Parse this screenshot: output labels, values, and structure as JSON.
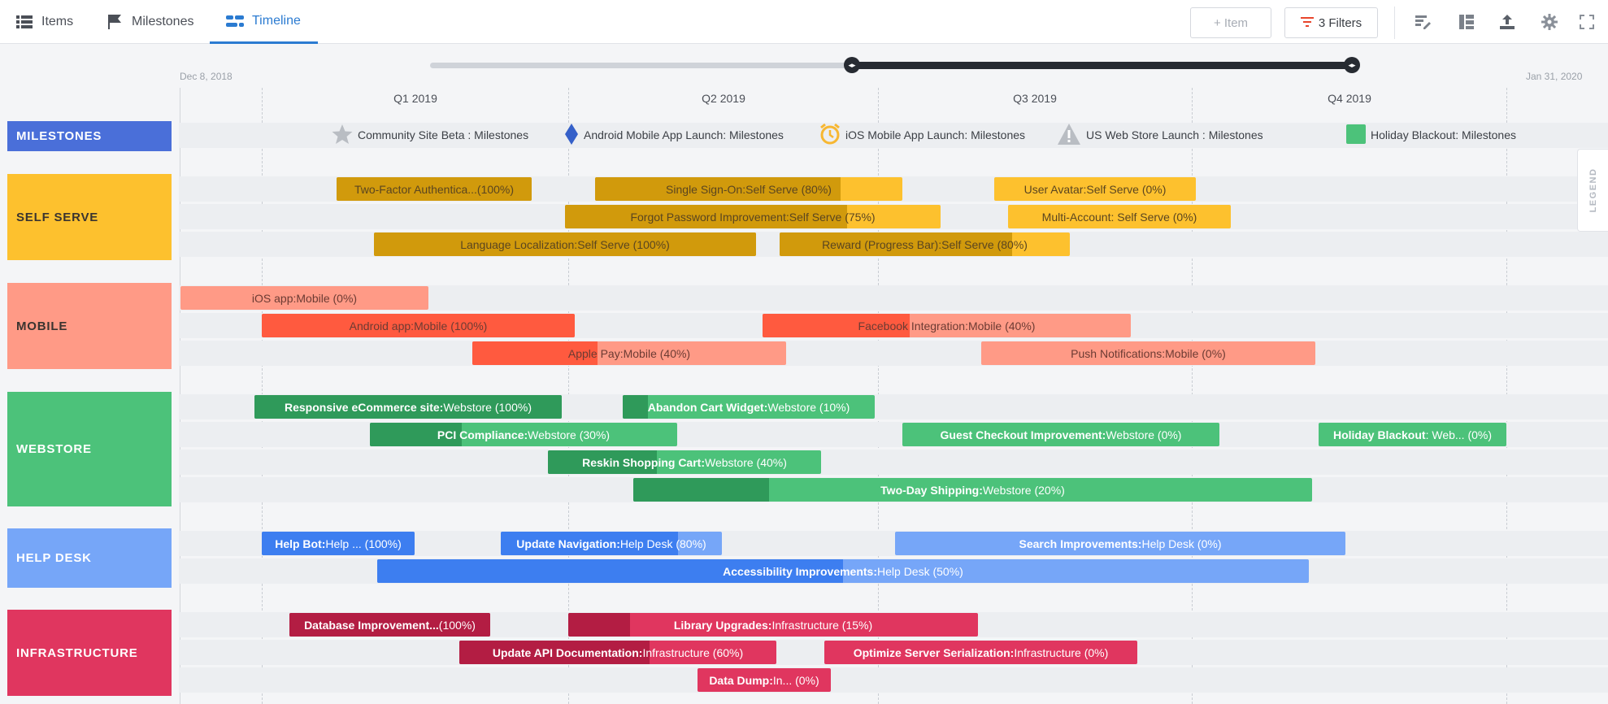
{
  "tabs": [
    {
      "label": "Items",
      "icon": "list-icon",
      "active": false
    },
    {
      "label": "Milestones",
      "icon": "flag-icon",
      "active": false
    },
    {
      "label": "Timeline",
      "icon": "timeline-icon",
      "active": true
    }
  ],
  "toolbar": {
    "add_item_label": "+ Item",
    "filters_label": "3 Filters",
    "icons": [
      "edit-layout-icon",
      "columns-icon",
      "export-icon",
      "settings-gear-icon",
      "fullscreen-icon"
    ]
  },
  "axis": {
    "start_date": "Dec 8, 2018",
    "end_date": "Jan 31, 2020",
    "quarters": [
      "Q1 2019",
      "Q2 2019",
      "Q3 2019",
      "Q4 2019"
    ]
  },
  "legend_label": "LEGEND",
  "colors": {
    "milestones": "#4a6fd9",
    "self_serve": "#fdc12e",
    "mobile": "#ff9a86",
    "webstore": "#4cc27a",
    "help_desk": "#76a6f8",
    "infrastructure": "#e0365f"
  },
  "groups": {
    "milestones": "MILESTONES",
    "self_serve": "SELF SERVE",
    "mobile": "MOBILE",
    "webstore": "WEBSTORE",
    "help_desk": "HELP DESK",
    "infrastructure": "INFRASTRUCTURE"
  },
  "milestones": [
    {
      "name": "Community Site Beta",
      "suffix": " : Milestones",
      "icon": "star-icon"
    },
    {
      "name": "Android Mobile App Launch:",
      "suffix": " Milestones",
      "icon": "diamond-icon"
    },
    {
      "name": "iOS Mobile App Launch:",
      "suffix": " Milestones",
      "icon": "alarm-clock-icon"
    },
    {
      "name": "US Web Store Launch",
      "suffix": " : Milestones",
      "icon": "warning-icon"
    },
    {
      "name": "Holiday Blackout:",
      "suffix": " Milestones",
      "icon": "square-icon"
    }
  ],
  "bars": {
    "self_serve": [
      {
        "name": "Two-Factor Authentica...",
        "suffix": " (100%)",
        "progress": 1.0
      },
      {
        "name": "Single Sign-On:",
        "suffix": " Self Serve (80%)",
        "progress": 0.8
      },
      {
        "name": "User Avatar:",
        "suffix": " Self Serve (0%)",
        "progress": 0.0
      },
      {
        "name": "Forgot Password Improvement:",
        "suffix": " Self Serve (75%)",
        "progress": 0.75
      },
      {
        "name": "Multi-Account",
        "suffix": " : Self Serve (0%)",
        "progress": 0.0
      },
      {
        "name": "Language Localization:",
        "suffix": " Self Serve (100%)",
        "progress": 1.0
      },
      {
        "name": "Reward (Progress Bar):",
        "suffix": " Self Serve (80%)",
        "progress": 0.8
      }
    ],
    "mobile": [
      {
        "name": "iOS app:",
        "suffix": " Mobile (0%)",
        "progress": 0.0
      },
      {
        "name": "Android app:",
        "suffix": " Mobile (100%)",
        "progress": 1.0
      },
      {
        "name": "Facebook Integration:",
        "suffix": " Mobile (40%)",
        "progress": 0.4
      },
      {
        "name": "Apple Pay:",
        "suffix": " Mobile (40%)",
        "progress": 0.4
      },
      {
        "name": "Push Notifications:",
        "suffix": " Mobile (0%)",
        "progress": 0.0
      }
    ],
    "webstore": [
      {
        "name": "Responsive eCommerce site:",
        "suffix": " Webstore (100%)",
        "progress": 1.0
      },
      {
        "name": "Abandon Cart Widget:",
        "suffix": " Webstore (10%)",
        "progress": 0.1
      },
      {
        "name": "PCI Compliance:",
        "suffix": " Webstore (30%)",
        "progress": 0.3
      },
      {
        "name": "Guest Checkout Improvement:",
        "suffix": " Webstore (0%)",
        "progress": 0.0
      },
      {
        "name": "Holiday Blackout",
        "suffix": " : Web... (0%)",
        "progress": 0.0
      },
      {
        "name": "Reskin Shopping Cart:",
        "suffix": " Webstore (40%)",
        "progress": 0.4
      },
      {
        "name": "Two-Day Shipping:",
        "suffix": " Webstore (20%)",
        "progress": 0.2
      }
    ],
    "help_desk": [
      {
        "name": "Help Bot:",
        "suffix": " Help ... (100%)",
        "progress": 1.0
      },
      {
        "name": "Update Navigation:",
        "suffix": " Help Desk (80%)",
        "progress": 0.8
      },
      {
        "name": "Search Improvements:",
        "suffix": " Help Desk (0%)",
        "progress": 0.0
      },
      {
        "name": "Accessibility Improvements:",
        "suffix": " Help Desk (50%)",
        "progress": 0.5
      }
    ],
    "infrastructure": [
      {
        "name": "Database Improvement...",
        "suffix": " (100%)",
        "progress": 1.0
      },
      {
        "name": "Library Upgrades:",
        "suffix": " Infrastructure (15%)",
        "progress": 0.15
      },
      {
        "name": "Update API Documentation:",
        "suffix": " Infrastructure (60%)",
        "progress": 0.6
      },
      {
        "name": "Optimize Server Serialization:",
        "suffix": " Infrastructure (0%)",
        "progress": 0.0
      },
      {
        "name": "Data Dump:",
        "suffix": " In... (0%)",
        "progress": 0.0
      }
    ]
  }
}
